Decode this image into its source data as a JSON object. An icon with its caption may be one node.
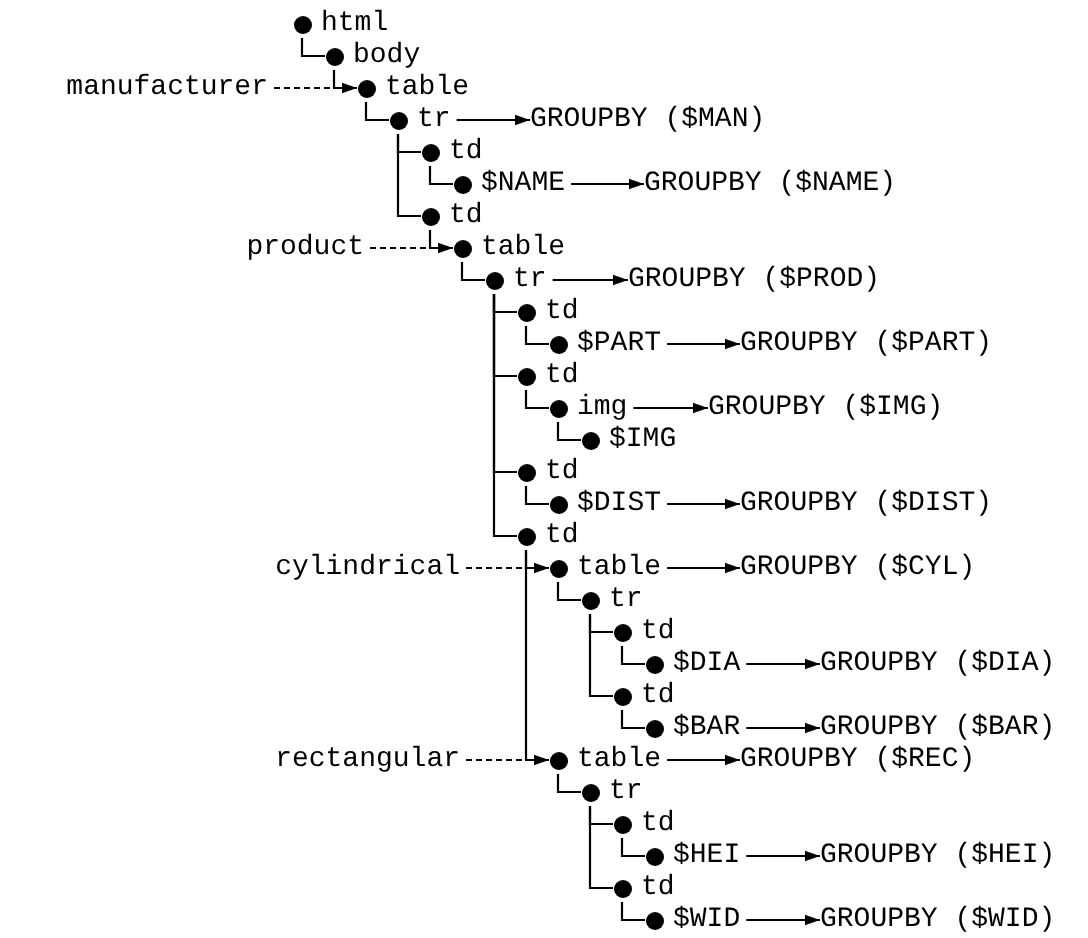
{
  "diagram": {
    "nodes": [
      {
        "text": [
          "html"
        ]
      },
      {
        "text": [
          "body"
        ]
      },
      {
        "text": [
          "manufacturer"
        ]
      },
      {
        "text": [
          "table"
        ]
      },
      {
        "text": [
          "tr"
        ]
      },
      {
        "text": [
          "GROUPBY ($MAN)"
        ]
      },
      {
        "text": [
          "td"
        ]
      },
      {
        "text": [
          "$NAME"
        ]
      },
      {
        "text": [
          "GROUPBY ($NAME)"
        ]
      },
      {
        "text": [
          "td"
        ]
      },
      {
        "text": [
          "product"
        ]
      },
      {
        "text": [
          "table"
        ]
      },
      {
        "text": [
          "tr"
        ]
      },
      {
        "text": [
          "GROUPBY ($PROD)"
        ]
      },
      {
        "text": [
          "td"
        ]
      },
      {
        "text": [
          "$PART"
        ]
      },
      {
        "text": [
          "GROUPBY ($PART)"
        ]
      },
      {
        "text": [
          "td"
        ]
      },
      {
        "text": [
          "img"
        ]
      },
      {
        "text": [
          "GROUPBY ($IMG)"
        ]
      },
      {
        "text": [
          "$IMG"
        ]
      },
      {
        "text": [
          "td"
        ]
      },
      {
        "text": [
          "$DIST"
        ]
      },
      {
        "text": [
          "GROUPBY ($DIST)"
        ]
      },
      {
        "text": [
          "td"
        ]
      },
      {
        "text": [
          "cylindrical"
        ]
      },
      {
        "text": [
          "table"
        ]
      },
      {
        "text": [
          "GROUPBY ($CYL)"
        ]
      },
      {
        "text": [
          "tr"
        ]
      },
      {
        "text": [
          "td"
        ]
      },
      {
        "text": [
          "$DIA"
        ]
      },
      {
        "text": [
          "GROUPBY ($DIA)"
        ]
      },
      {
        "text": [
          "td"
        ]
      },
      {
        "text": [
          "$BAR"
        ]
      },
      {
        "text": [
          "GROUPBY ($BAR)"
        ]
      },
      {
        "text": [
          "rectangular"
        ]
      },
      {
        "text": [
          "table"
        ]
      },
      {
        "text": [
          "GROUPBY ($REC)"
        ]
      },
      {
        "text": [
          "tr"
        ]
      },
      {
        "text": [
          "td"
        ]
      },
      {
        "text": [
          "$HEI"
        ]
      },
      {
        "text": [
          "GROUPBY ($HEI)"
        ]
      },
      {
        "text": [
          "td"
        ]
      },
      {
        "text": [
          "$WID"
        ]
      },
      {
        "text": [
          "GROUPBY ($WID)"
        ]
      }
    ],
    "edges": [
      {
        "from": 0,
        "to": 1,
        "arrow": "none"
      },
      {
        "from": 1,
        "to": 3,
        "arrow": "none"
      },
      {
        "from": 2,
        "to": 3,
        "arrow": "to",
        "style": "dashed"
      },
      {
        "from": 3,
        "to": 4,
        "arrow": "none"
      },
      {
        "from": 4,
        "to": 5,
        "arrow": "to"
      },
      {
        "from": 4,
        "to": 6,
        "arrow": "none"
      },
      {
        "from": 6,
        "to": 7,
        "arrow": "none"
      },
      {
        "from": 7,
        "to": 8,
        "arrow": "to"
      },
      {
        "from": 4,
        "to": 9,
        "arrow": "none"
      },
      {
        "from": 10,
        "to": 11,
        "arrow": "to",
        "style": "dashed"
      },
      {
        "from": 9,
        "to": 11,
        "arrow": "none"
      },
      {
        "from": 11,
        "to": 12,
        "arrow": "none"
      },
      {
        "from": 12,
        "to": 13,
        "arrow": "to"
      },
      {
        "from": 12,
        "to": 14,
        "arrow": "none"
      },
      {
        "from": 14,
        "to": 15,
        "arrow": "none"
      },
      {
        "from": 15,
        "to": 16,
        "arrow": "to"
      },
      {
        "from": 12,
        "to": 17,
        "arrow": "none"
      },
      {
        "from": 17,
        "to": 18,
        "arrow": "none"
      },
      {
        "from": 18,
        "to": 19,
        "arrow": "to"
      },
      {
        "from": 18,
        "to": 20,
        "arrow": "none"
      },
      {
        "from": 12,
        "to": 21,
        "arrow": "none"
      },
      {
        "from": 21,
        "to": 22,
        "arrow": "none"
      },
      {
        "from": 22,
        "to": 23,
        "arrow": "to"
      },
      {
        "from": 12,
        "to": 24,
        "arrow": "none"
      },
      {
        "from": 25,
        "to": 26,
        "arrow": "to",
        "style": "dashed"
      },
      {
        "from": 24,
        "to": 26,
        "arrow": "none"
      },
      {
        "from": 26,
        "to": 27,
        "arrow": "to"
      },
      {
        "from": 26,
        "to": 28,
        "arrow": "none"
      },
      {
        "from": 28,
        "to": 29,
        "arrow": "none"
      },
      {
        "from": 29,
        "to": 30,
        "arrow": "none"
      },
      {
        "from": 30,
        "to": 31,
        "arrow": "to"
      },
      {
        "from": 28,
        "to": 32,
        "arrow": "none"
      },
      {
        "from": 32,
        "to": 33,
        "arrow": "none"
      },
      {
        "from": 33,
        "to": 34,
        "arrow": "to"
      },
      {
        "from": 35,
        "to": 36,
        "arrow": "to",
        "style": "dashed"
      },
      {
        "from": 24,
        "to": 36,
        "arrow": "none"
      },
      {
        "from": 36,
        "to": 37,
        "arrow": "to"
      },
      {
        "from": 36,
        "to": 38,
        "arrow": "none"
      },
      {
        "from": 38,
        "to": 39,
        "arrow": "none"
      },
      {
        "from": 39,
        "to": 40,
        "arrow": "none"
      },
      {
        "from": 40,
        "to": 41,
        "arrow": "to"
      },
      {
        "from": 38,
        "to": 42,
        "arrow": "none"
      },
      {
        "from": 42,
        "to": 43,
        "arrow": "none"
      },
      {
        "from": 43,
        "to": 44,
        "arrow": "to"
      }
    ]
  }
}
